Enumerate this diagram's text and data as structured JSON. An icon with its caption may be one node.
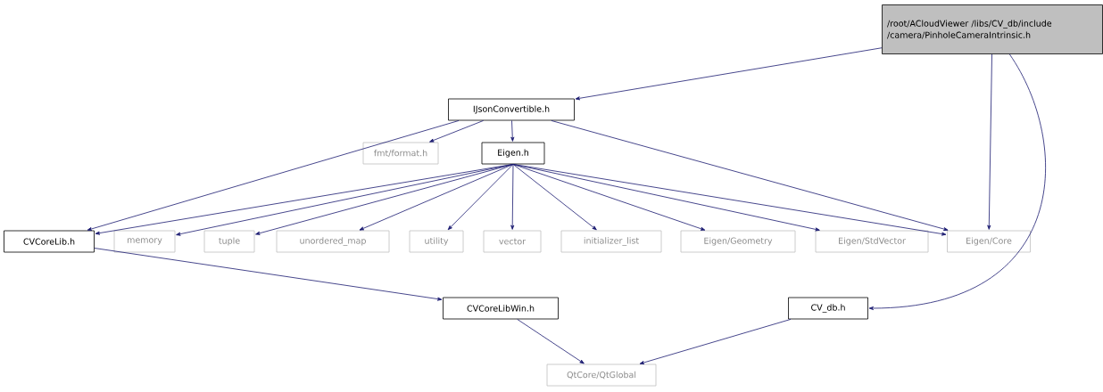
{
  "diagram": {
    "nodes": [
      {
        "text": [
          "/root/ACloudViewer /libs/CV_db/include /camera/PinholeCameraIntrinsic.h"
        ]
      },
      {
        "text": [
          "IJsonConvertible.h"
        ]
      },
      {
        "text": [
          "fmt/format.h"
        ]
      },
      {
        "text": [
          "Eigen.h"
        ]
      },
      {
        "text": [
          "CVCoreLib.h"
        ]
      },
      {
        "text": [
          "memory"
        ]
      },
      {
        "text": [
          "tuple"
        ]
      },
      {
        "text": [
          "unordered_map"
        ]
      },
      {
        "text": [
          "utility"
        ]
      },
      {
        "text": [
          "vector"
        ]
      },
      {
        "text": [
          "initializer_list"
        ]
      },
      {
        "text": [
          "Eigen/Geometry"
        ]
      },
      {
        "text": [
          "Eigen/StdVector"
        ]
      },
      {
        "text": [
          "Eigen/Core"
        ]
      },
      {
        "text": [
          "CVCoreLibWin.h"
        ]
      },
      {
        "text": [
          "CV_db.h"
        ]
      },
      {
        "text": [
          "QtCore/QtGlobal"
        ]
      }
    ],
    "edges": [
      {
        "from": 0,
        "to": 1,
        "arrow": "to"
      },
      {
        "from": 0,
        "to": 13,
        "arrow": "to"
      },
      {
        "from": 0,
        "to": 15,
        "arrow": "to"
      },
      {
        "from": 1,
        "to": 4,
        "arrow": "to"
      },
      {
        "from": 1,
        "to": 2,
        "arrow": "to"
      },
      {
        "from": 1,
        "to": 3,
        "arrow": "to"
      },
      {
        "from": 1,
        "to": 13,
        "arrow": "to"
      },
      {
        "from": 3,
        "to": 4,
        "arrow": "to"
      },
      {
        "from": 3,
        "to": 5,
        "arrow": "to"
      },
      {
        "from": 3,
        "to": 6,
        "arrow": "to"
      },
      {
        "from": 3,
        "to": 7,
        "arrow": "to"
      },
      {
        "from": 3,
        "to": 8,
        "arrow": "to"
      },
      {
        "from": 3,
        "to": 9,
        "arrow": "to"
      },
      {
        "from": 3,
        "to": 10,
        "arrow": "to"
      },
      {
        "from": 3,
        "to": 11,
        "arrow": "to"
      },
      {
        "from": 3,
        "to": 12,
        "arrow": "to"
      },
      {
        "from": 3,
        "to": 13,
        "arrow": "to"
      },
      {
        "from": 4,
        "to": 14,
        "arrow": "to"
      },
      {
        "from": 14,
        "to": 16,
        "arrow": "to"
      },
      {
        "from": 15,
        "to": 16,
        "arrow": "to"
      }
    ]
  }
}
